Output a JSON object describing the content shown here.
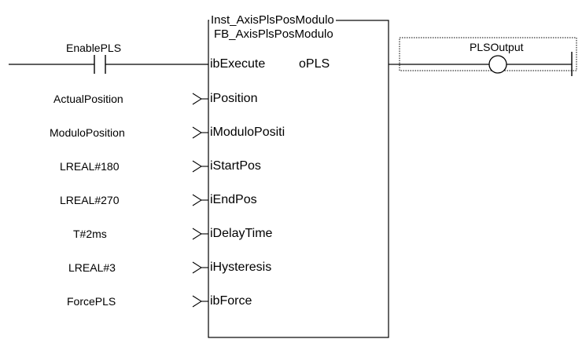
{
  "block": {
    "instance_name": "Inst_AxisPlsPosModulo",
    "type_name": "FB_AxisPlsPosModulo",
    "output_pin": "oPLS"
  },
  "enable_contact": {
    "label": "EnablePLS"
  },
  "output_coil": {
    "label": "PLSOutput"
  },
  "inputs": [
    {
      "pin": "ibExecute",
      "variable": "EnablePLS"
    },
    {
      "pin": "iPosition",
      "variable": "ActualPosition"
    },
    {
      "pin": "iModuloPositi",
      "variable": "ModuloPosition"
    },
    {
      "pin": "iStartPos",
      "variable": "LREAL#180"
    },
    {
      "pin": "iEndPos",
      "variable": "LREAL#270"
    },
    {
      "pin": "iDelayTime",
      "variable": "T#2ms"
    },
    {
      "pin": "iHysteresis",
      "variable": "LREAL#3"
    },
    {
      "pin": "ibForce",
      "variable": "ForcePLS"
    }
  ]
}
